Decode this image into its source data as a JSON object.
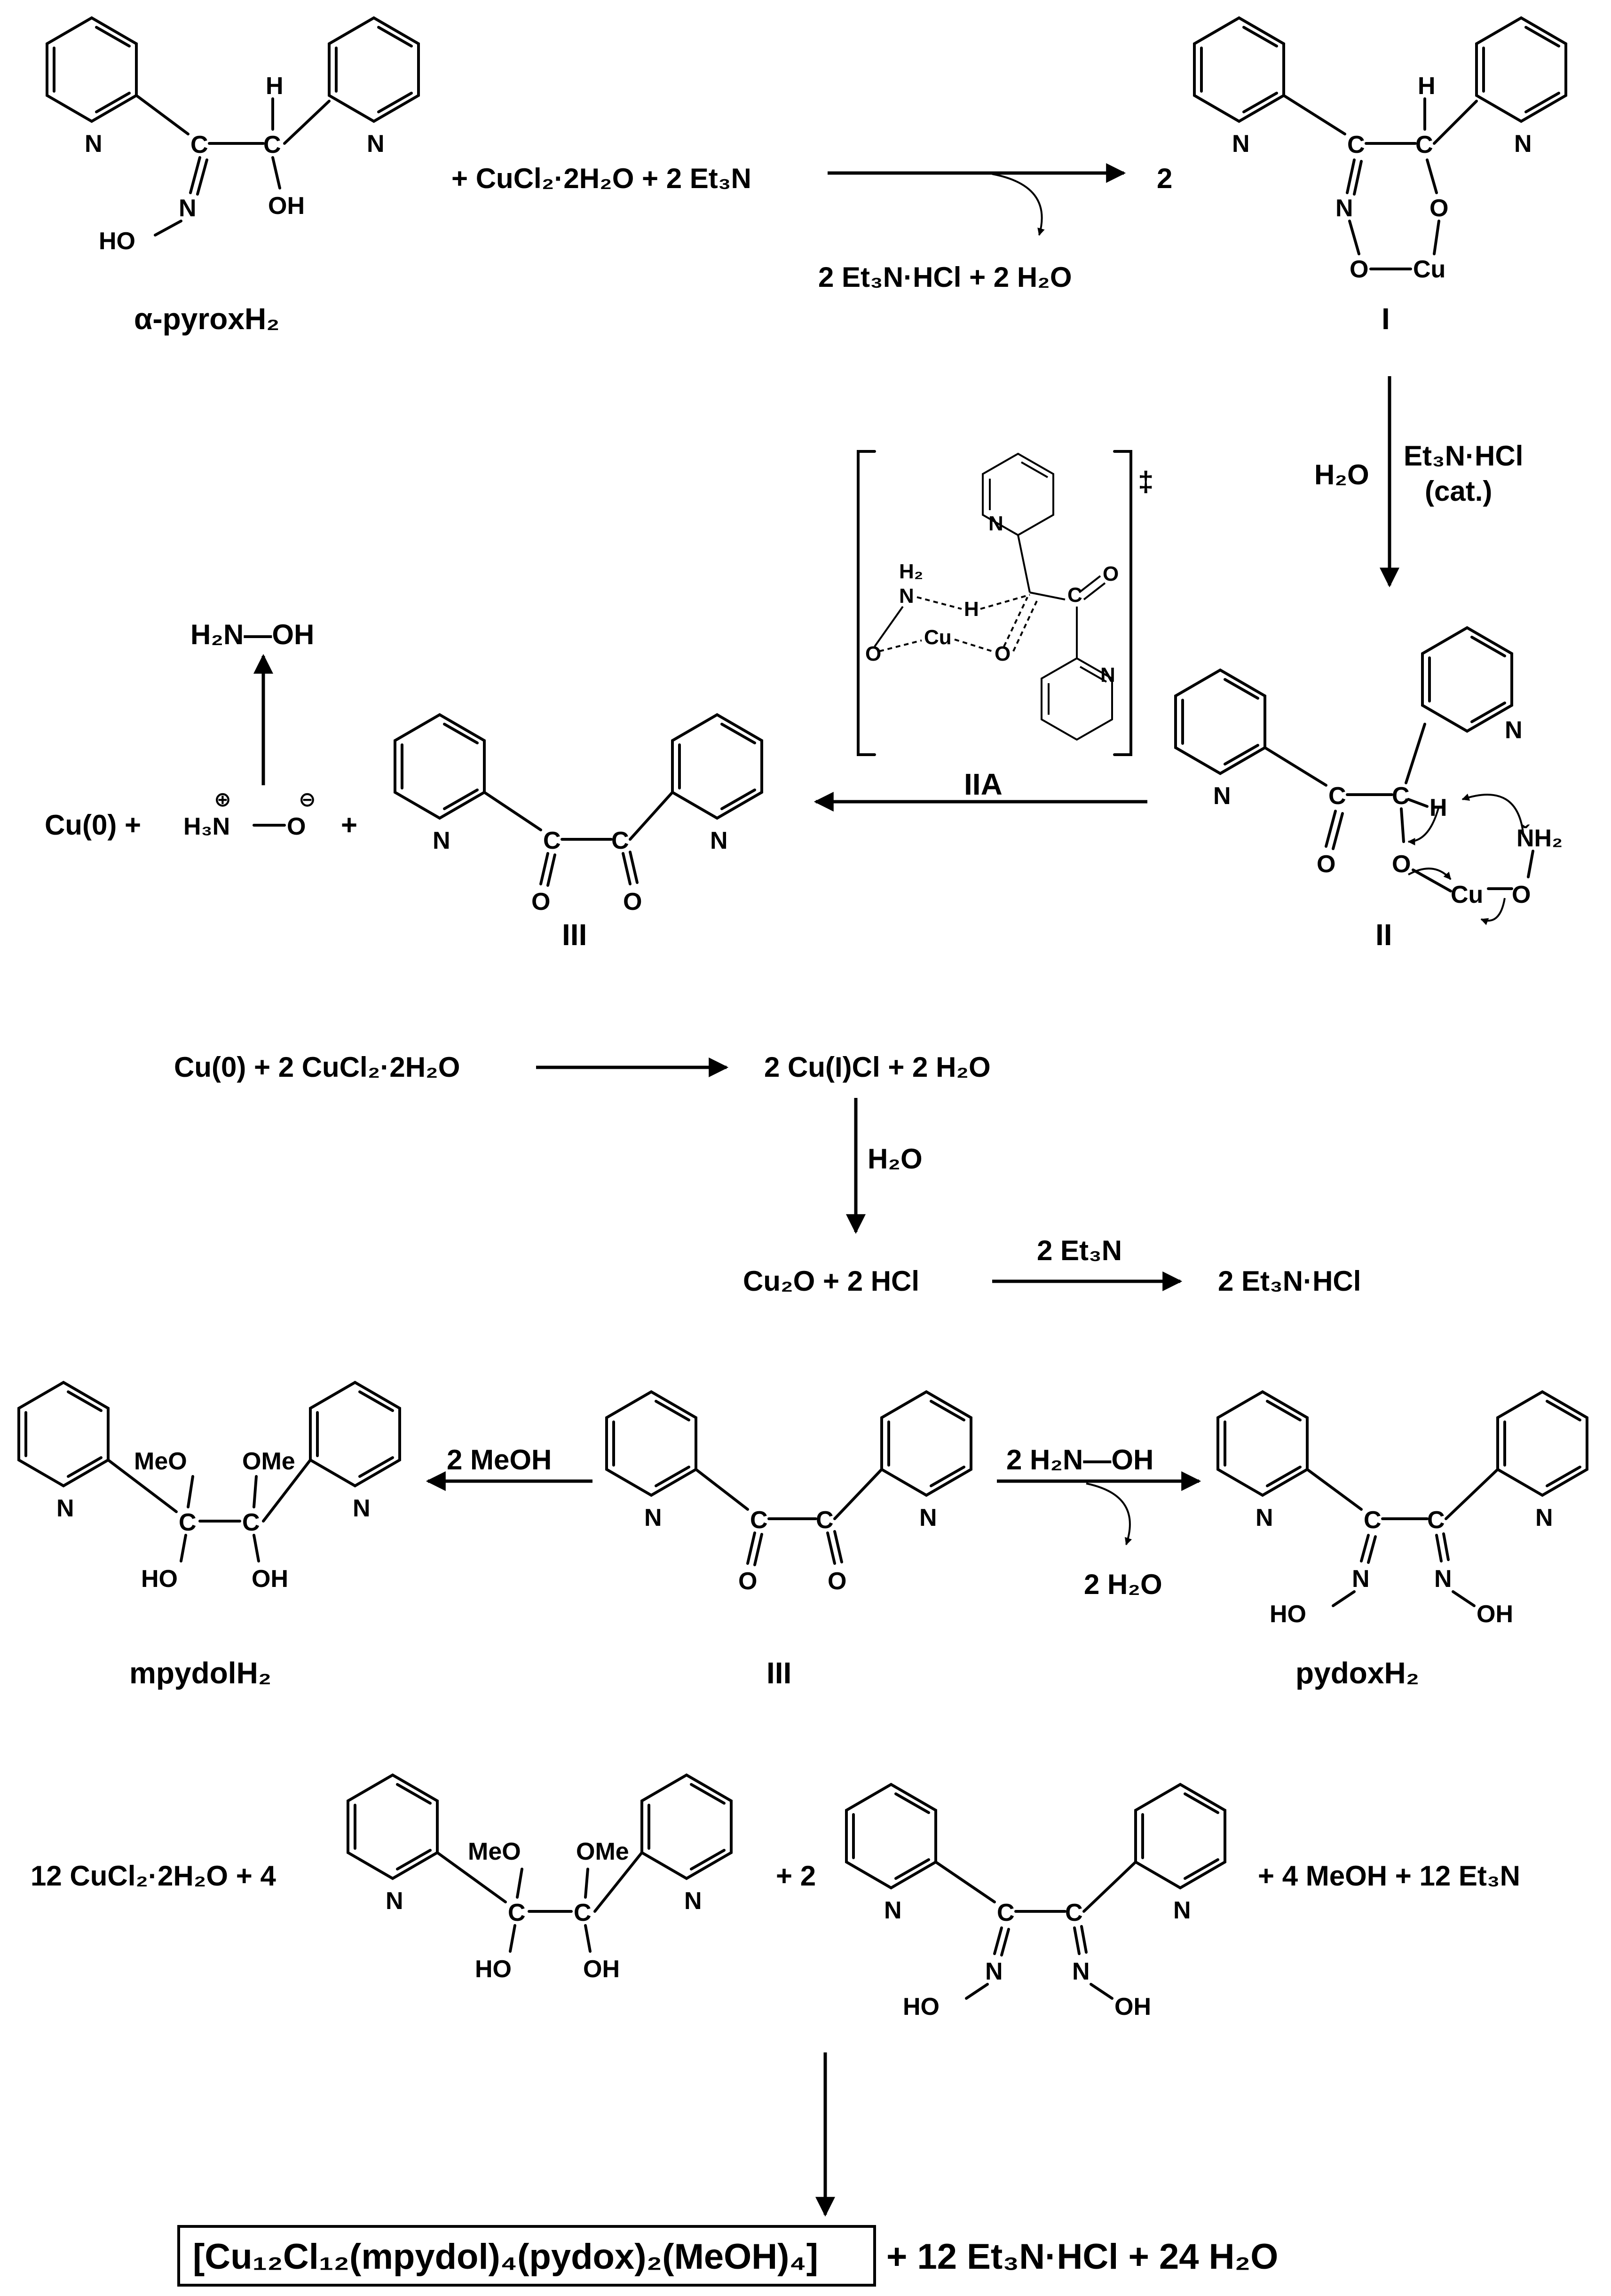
{
  "compounds": {
    "alpha_pyrox": "α-pyroxH₂",
    "I": "I",
    "II": "II",
    "IIA": "IIA",
    "III": "III",
    "III_bottom": "III",
    "mpydol": "mpydolH₂",
    "pydox": "pydoxH₂"
  },
  "reactions": {
    "r1_reagents": "+ CuCl₂·2H₂O + 2 Et₃N",
    "r1_coef": "2",
    "r1_byproducts": "2 Et₃N·HCl + 2 H₂O",
    "r2_left": "H₂O",
    "r2_right_1": "Et₃N·HCl",
    "r2_right_2": "(cat.)",
    "r3_products_1": "Cu(0) +",
    "r3_products_2": "+",
    "hydroxylamine": "H₂N—OH",
    "ts_symbol": "‡",
    "r4_left": "Cu(0) + 2 CuCl₂·2H₂O",
    "r4_right": "2 Cu(I)Cl + 2 H₂O",
    "r5_cond": "H₂O",
    "r6_left": "Cu₂O  +  2  HCl",
    "r6_cond": "2 Et₃N",
    "r6_right": "2  Et₃N·HCl",
    "r7_left_cond": "2 MeOH",
    "r7_right_cond": "2 H₂N—OH",
    "r7_byproduct": "2 H₂O",
    "r8_start": "12 CuCl₂·2H₂O  +  4",
    "r8_plus2": "+ 2",
    "r8_end": "+ 4 MeOH + 12 Et₃N",
    "final_product": "[Cu₁₂Cl₁₂(mpydol)₄(pydox)₂(MeOH)₄]",
    "final_rest": "+ 12 Et₃N·HCl  + 24 H₂O"
  },
  "atoms": {
    "N": "N",
    "O": "O",
    "C": "C",
    "H": "H",
    "HO": "HO",
    "OH": "OH",
    "Cu": "Cu",
    "MeO": "MeO",
    "OMe": "OMe",
    "NH2": "ŇH₂",
    "H2": "H₂",
    "H3N": "H₃N",
    "Oneg": "O",
    "plus": "⊕",
    "minus": "⊖"
  }
}
